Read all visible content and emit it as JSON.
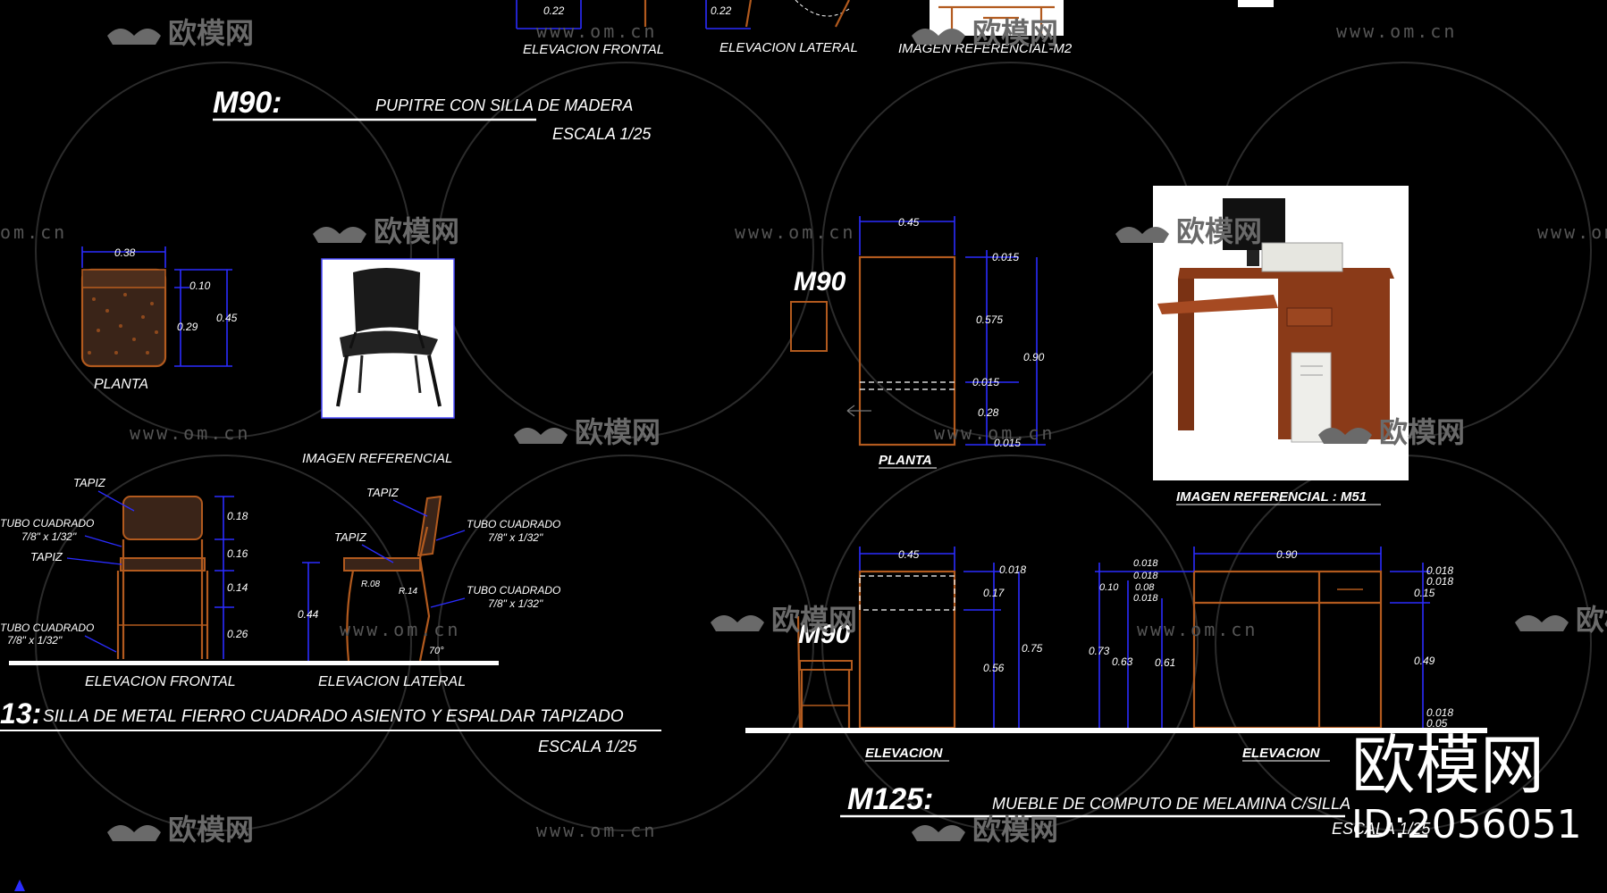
{
  "colors": {
    "background": "#000000",
    "dimension": "#2a2cff",
    "wood": "#b25a1e",
    "text": "#ffffff",
    "watermark": "#6a6a6a"
  },
  "top_strip": {
    "dim_a": "0.22",
    "dim_b": "0.22",
    "label_frontal": "ELEVACION FRONTAL",
    "label_lateral": "ELEVACION LATERAL",
    "label_image": "IMAGEN REFERENCIAL-M2"
  },
  "m90_desk": {
    "code": "M90:",
    "title": "PUPITRE CON SILLA DE MADERA",
    "scale": "ESCALA 1/25"
  },
  "chair": {
    "plan": {
      "width": "0.38",
      "dim_top": "0.10",
      "dim_seat": "0.29",
      "dim_total": "0.45",
      "label": "PLANTA"
    },
    "image_label": "IMAGEN REFERENCIAL",
    "frontal": {
      "tapiz_top": "TAPIZ",
      "tubo_1": "TUBO CUADRADO",
      "tubo_1b": "7/8\" x 1/32\"",
      "tapiz_mid": "TAPIZ",
      "tubo_2": "TUBO CUADRADO",
      "tubo_2b": "7/8\" x 1/32\"",
      "dims": [
        "0.18",
        "0.16",
        "0.14",
        "0.26"
      ],
      "label": "ELEVACION FRONTAL"
    },
    "lateral": {
      "tapiz_top": "TAPIZ",
      "tapiz_seat": "TAPIZ",
      "tubo_a": "TUBO CUADRADO",
      "tubo_ab": "7/8\" x 1/32\"",
      "tubo_b": "TUBO CUADRADO",
      "tubo_bb": "7/8\" x 1/32\"",
      "r1": "R.08",
      "r2": "R.14",
      "height": "0.44",
      "angle": "70°",
      "label": "ELEVACION LATERAL"
    },
    "title_code": "13:",
    "title": "SILLA DE METAL FIERRO CUADRADO ASIENTO Y ESPALDAR TAPIZADO",
    "scale": "ESCALA 1/25"
  },
  "m125": {
    "plan": {
      "code": "M90",
      "width": "0.45",
      "dims": [
        "0.015",
        "0.575",
        "0.90",
        "0.015",
        "0.28",
        "0.015"
      ],
      "label": "PLANTA"
    },
    "image_label": "IMAGEN REFERENCIAL : M51",
    "elev1": {
      "code": "M90",
      "width": "0.45",
      "dims": [
        "0.018",
        "0.17",
        "0.75",
        "0.56"
      ],
      "label": "ELEVACION"
    },
    "elev2": {
      "left_dims": [
        "0.018",
        "0.018",
        "0.10",
        "0.08",
        "0.018",
        "0.73",
        "0.63",
        "0.61"
      ],
      "width": "0.90",
      "right_dims": [
        "0.018",
        "0.018",
        "0.15",
        "0.49",
        "0.018",
        "0.05"
      ],
      "label": "ELEVACION"
    },
    "code": "M125:",
    "title": "MUEBLE DE COMPUTO DE MELAMINA C/SILLA",
    "scale": "ESCALA 1/25"
  },
  "watermarks": {
    "brand": "欧模网",
    "url": "www.om.cn",
    "url_partial": "om.cn",
    "big_brand": "欧模网",
    "id_text": "ID:2056051"
  }
}
